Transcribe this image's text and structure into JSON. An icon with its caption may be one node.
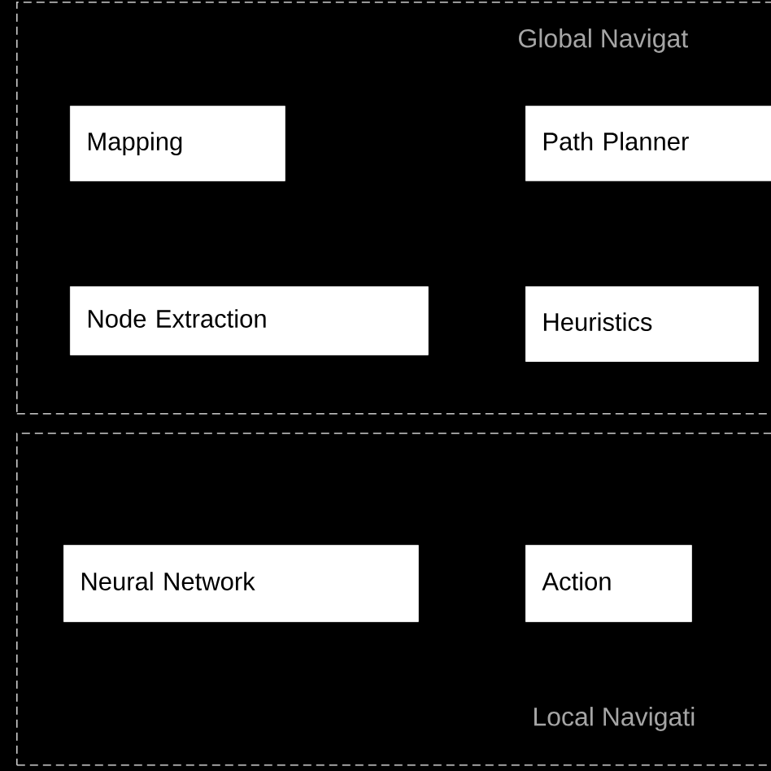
{
  "diagram": {
    "nodes": [
      {
        "text": [
          "Global Navigat"
        ]
      },
      {
        "text": [
          "Mapping"
        ],
        "in": 0
      },
      {
        "text": [
          "Path Planner"
        ],
        "in": 0
      },
      {
        "text": [
          "Node Extraction"
        ],
        "in": 0
      },
      {
        "text": [
          "Heuristics"
        ],
        "in": 0
      },
      {
        "text": [
          "Local Navigati"
        ]
      },
      {
        "text": [
          "Neural Network"
        ],
        "in": 5
      },
      {
        "text": [
          "Action"
        ],
        "in": 5
      }
    ]
  }
}
